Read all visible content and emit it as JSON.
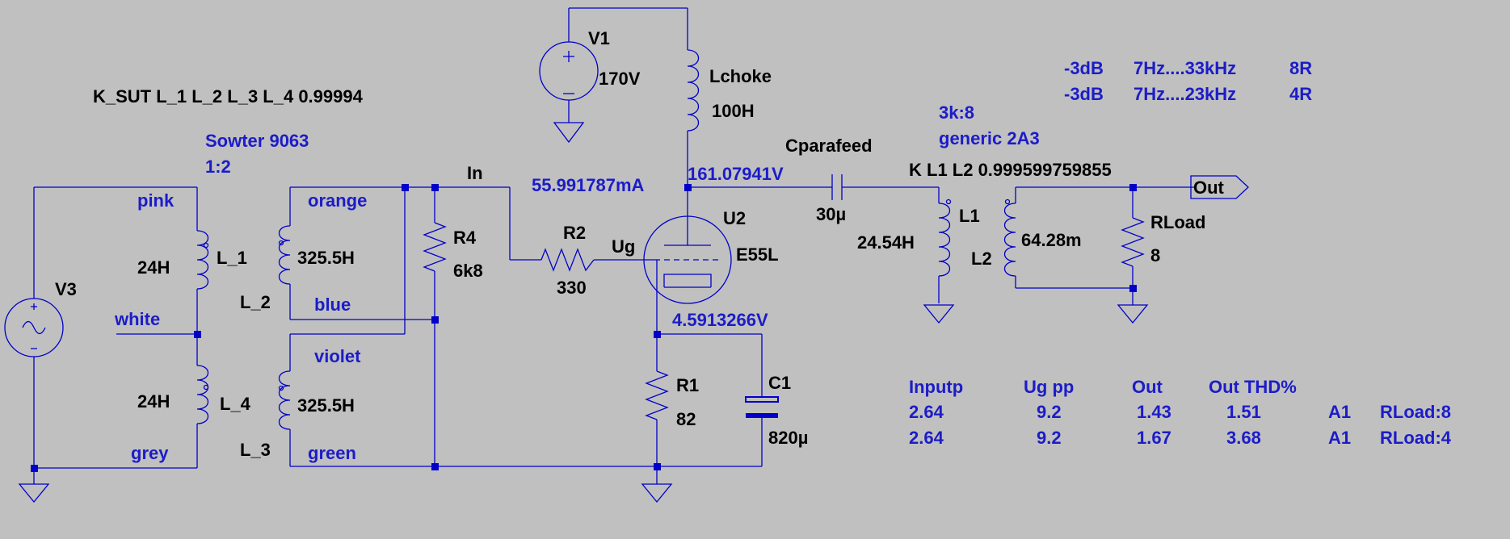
{
  "colors": {
    "background": "#c0c0c0",
    "wire": "#0000c8",
    "label_black": "#000000",
    "label_blue": "#1c1cc8"
  },
  "directives": {
    "coupling_sut": "K_SUT L_1 L_2 L_3 L_4 0.99994",
    "coupling_out": "K L1 L2 0.999599759855"
  },
  "annotations": {
    "sut_name": "Sowter 9063",
    "sut_ratio": "1:2",
    "out_ratio": "3k:8",
    "out_tube": "generic 2A3",
    "bw_8r": [
      "-3dB",
      "7Hz....33kHz",
      "8R"
    ],
    "bw_4r": [
      "-3dB",
      "7Hz....23kHz",
      "4R"
    ]
  },
  "wire_labels": {
    "pink": "pink",
    "white": "white",
    "grey": "grey",
    "orange": "orange",
    "blue": "blue",
    "violet": "violet",
    "green": "green",
    "in": "In",
    "ug": "Ug",
    "out": "Out"
  },
  "components": {
    "v1": {
      "name": "V1",
      "value": "170V"
    },
    "v3": {
      "name": "V3"
    },
    "lchoke": {
      "name": "Lchoke",
      "value": "100H"
    },
    "l_1": {
      "name": "L_1",
      "value": "24H"
    },
    "l_4": {
      "name": "L_4",
      "value": "24H"
    },
    "l_2": {
      "name": "L_2",
      "value": "325.5H"
    },
    "l_3": {
      "name": "L_3",
      "value": "325.5H"
    },
    "r4": {
      "name": "R4",
      "value": "6k8"
    },
    "r2": {
      "name": "R2",
      "value": "330"
    },
    "u2": {
      "name": "U2",
      "value": "E55L"
    },
    "r1": {
      "name": "R1",
      "value": "82"
    },
    "c1": {
      "name": "C1",
      "value": "820µ"
    },
    "cpf": {
      "name": "Cparafeed",
      "value": "30µ"
    },
    "l1": {
      "name": "L1",
      "value": "24.54H"
    },
    "l2": {
      "name": "L2",
      "value": "64.28m"
    },
    "rload": {
      "name": "RLoad",
      "value": "8"
    }
  },
  "op_point": {
    "current": "55.991787mA",
    "plate_voltage": "161.07941V",
    "cathode_voltage": "4.5913266V"
  },
  "results": {
    "headers": [
      "Inputp",
      "Ug pp",
      "Out",
      "Out THD%"
    ],
    "rows": [
      {
        "inputp": "2.64",
        "ug_pp": "9.2",
        "out": "1.43",
        "thd": "1.51",
        "tube": "A1",
        "load": "RLoad:8"
      },
      {
        "inputp": "2.64",
        "ug_pp": "9.2",
        "out": "1.67",
        "thd": "3.68",
        "tube": "A1",
        "load": "RLoad:4"
      }
    ]
  }
}
